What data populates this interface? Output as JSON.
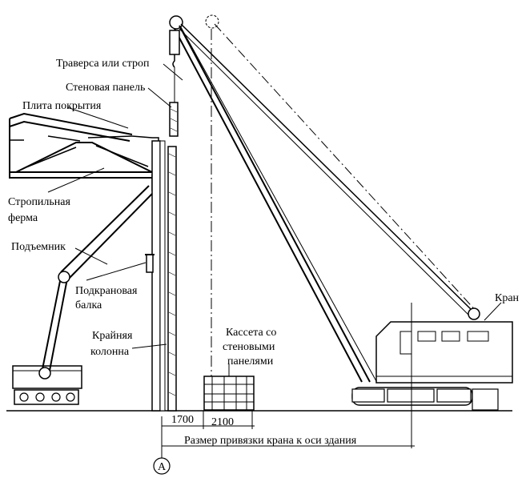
{
  "labels": {
    "traverse": "Траверса или строп",
    "wall_panel": "Стеновая панель",
    "roof_slab": "Плита покрытия",
    "truss_1": "Стропильная",
    "truss_2": "ферма",
    "lift": "Подъемник",
    "beam_1": "Подкрановая",
    "beam_2": "балка",
    "column_1": "Крайняя",
    "column_2": "колонна",
    "cassette_1": "Кассета со",
    "cassette_2": "стеновыми",
    "cassette_3": "панелями",
    "crane": "Кран"
  },
  "dimensions": {
    "d1": "1700",
    "d2": "2100",
    "offset": "Размер привязки крана к оси здания"
  },
  "axis": {
    "mark": "А"
  }
}
